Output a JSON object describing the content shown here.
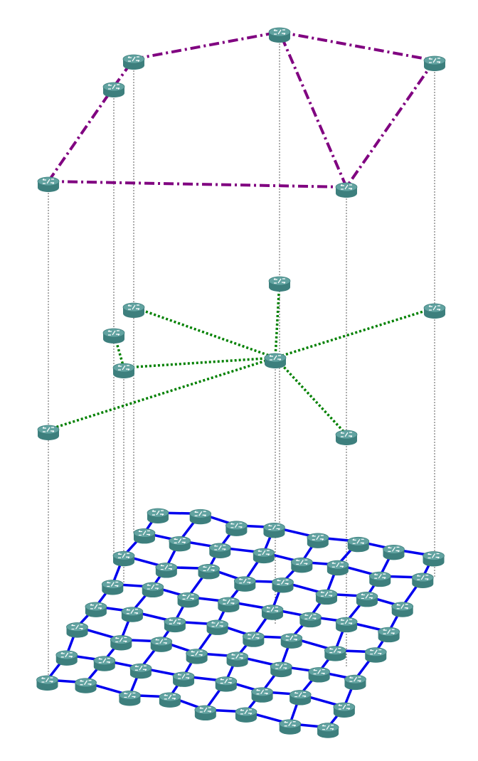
{
  "colors": {
    "background": "#ffffff",
    "router_top": "#62a3a1",
    "router_side": "#3d7f7d",
    "router_mark": "#ffffff",
    "drop_line": "#333333",
    "top_layer_link": "#800080",
    "middle_layer_link": "#008000",
    "grid_link": "#0000ee"
  },
  "icons": {
    "node": "router-icon"
  },
  "layers": {
    "top": {
      "style": "dash-dot",
      "links": [
        [
          0,
          1
        ],
        [
          1,
          2
        ],
        [
          2,
          3
        ],
        [
          3,
          4
        ],
        [
          4,
          5
        ],
        [
          5,
          0
        ],
        [
          5,
          3
        ]
      ]
    },
    "middle": {
      "style": "dotted",
      "hub": 5,
      "links": [
        [
          0,
          5
        ],
        [
          1,
          2
        ],
        [
          2,
          5
        ],
        [
          3,
          5
        ],
        [
          4,
          5
        ],
        [
          6,
          5
        ],
        [
          7,
          5
        ]
      ]
    },
    "grid": {
      "rows": 8,
      "cols": 8,
      "style": "solid"
    }
  }
}
